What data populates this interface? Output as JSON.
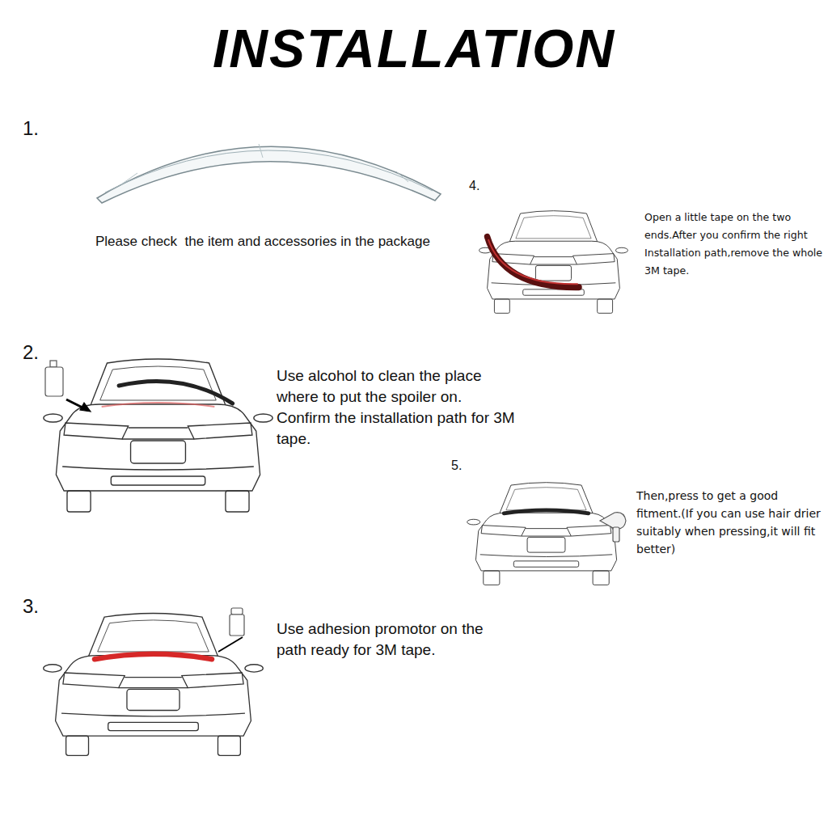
{
  "diagram": {
    "title": "INSTALLATION",
    "labels": [
      "1.",
      "Please check  the item and accessories in the package",
      "4.",
      "Open a little tape on the two ends.After you confirm the right Installation path,remove the whole 3M tape.",
      "2.",
      "Use alcohol to clean the place where to put the spoiler on. Confirm the installation path for 3M tape.",
      "5.",
      "Then,press to get a good fitment.(If you can use hair drier suitably when pressing,it will fit better)",
      "3.",
      "Use adhesion promotor on the path ready for 3M tape."
    ]
  }
}
